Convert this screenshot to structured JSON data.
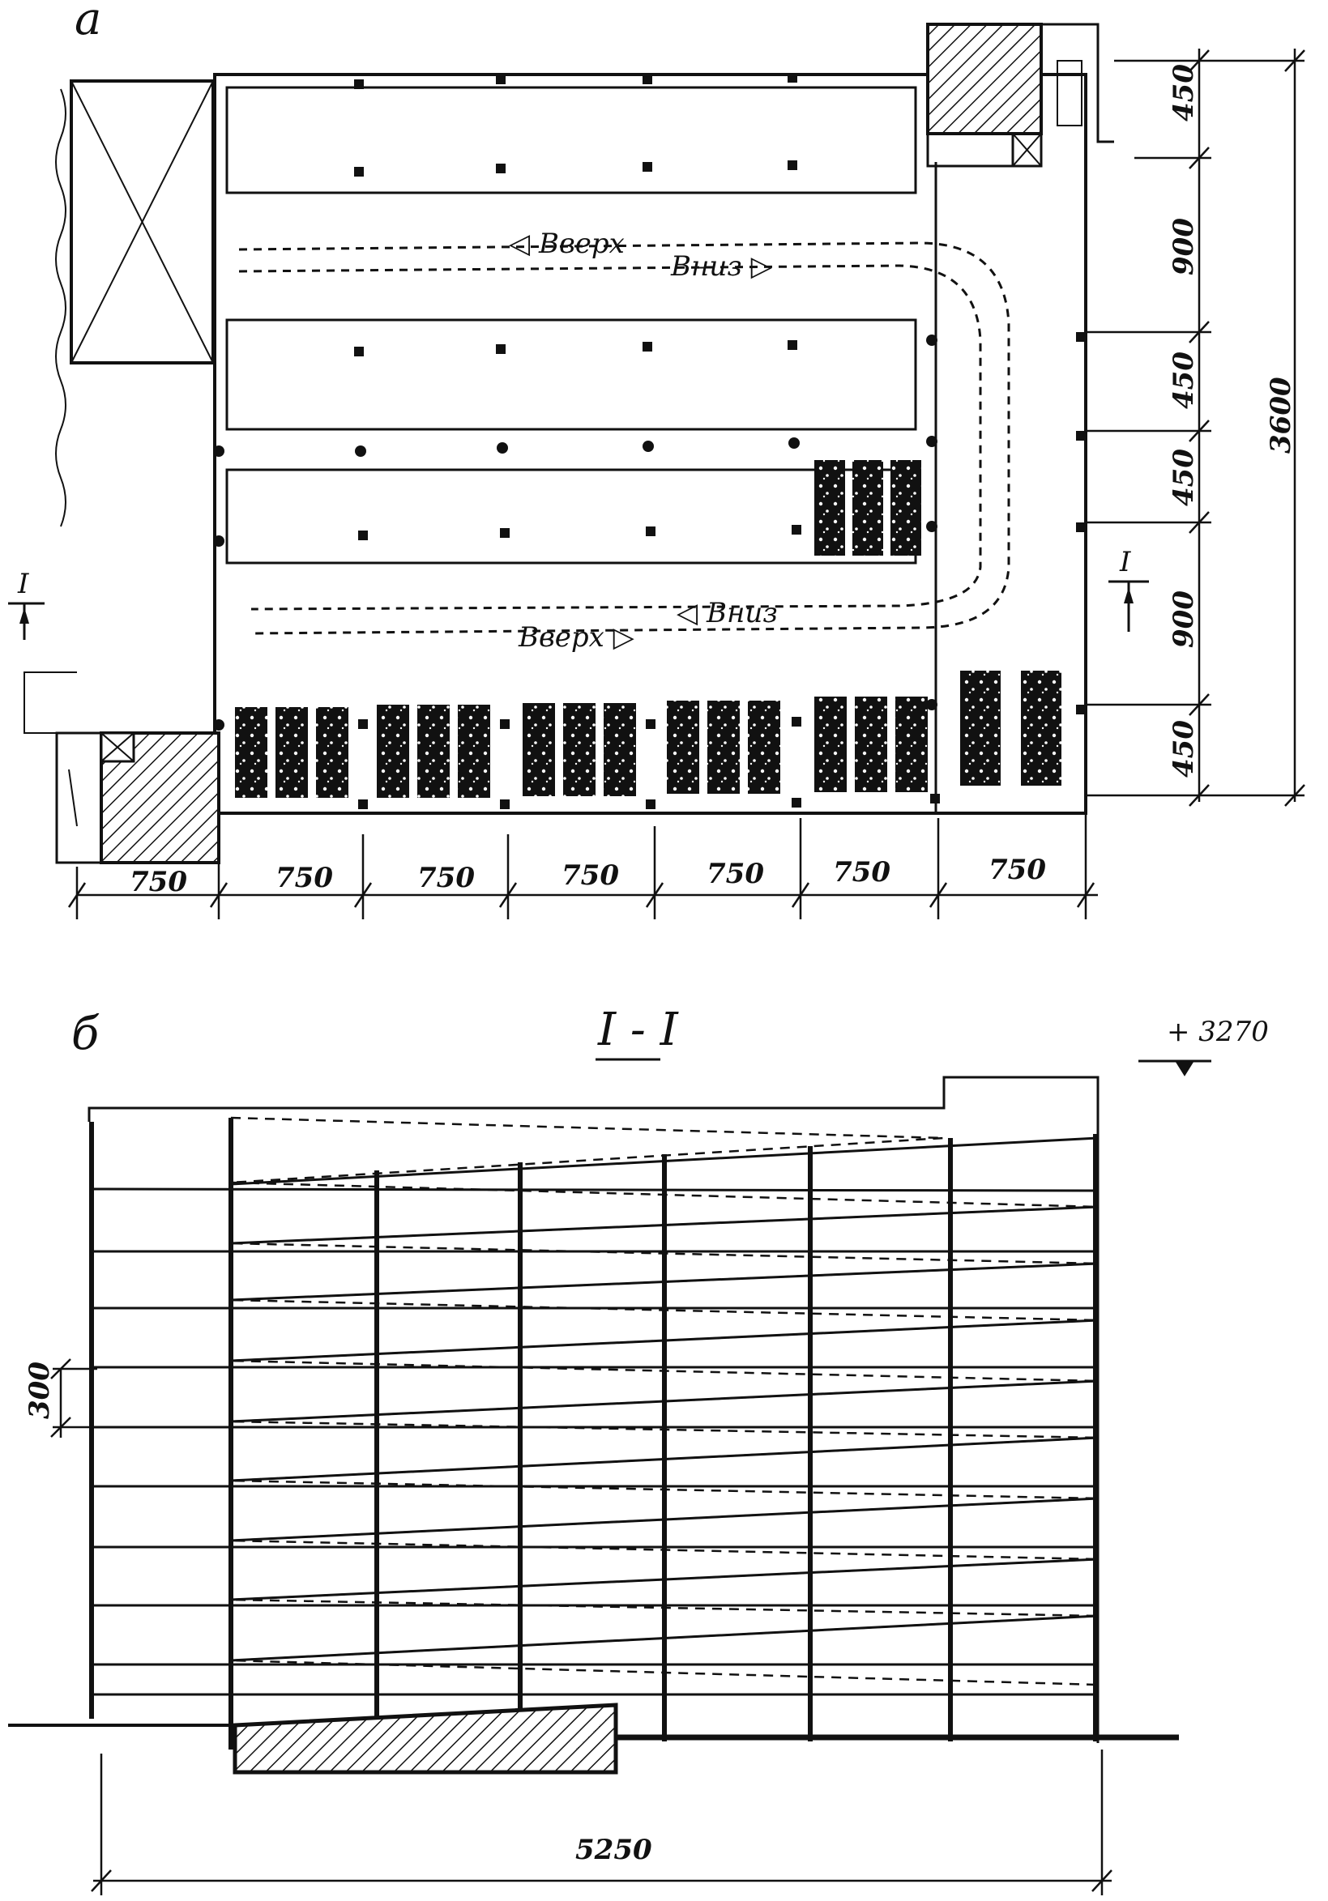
{
  "plan": {
    "label": "а",
    "arrows": {
      "up_top": "◁ Вверх",
      "down_top": "Вниз ▷",
      "down_bottom": "◁ Вниз",
      "up_bottom": "Вверх ▷"
    },
    "section_marker": "I",
    "dims_bottom": [
      "750",
      "750",
      "750",
      "750",
      "750",
      "750",
      "750"
    ],
    "dims_right": [
      "450",
      "900",
      "450",
      "450",
      "900",
      "450"
    ],
    "dim_total": "3600"
  },
  "section": {
    "label": "б",
    "title": "I - I",
    "elevation": "+ 3270",
    "floor_height": "300",
    "total_length": "5250"
  }
}
